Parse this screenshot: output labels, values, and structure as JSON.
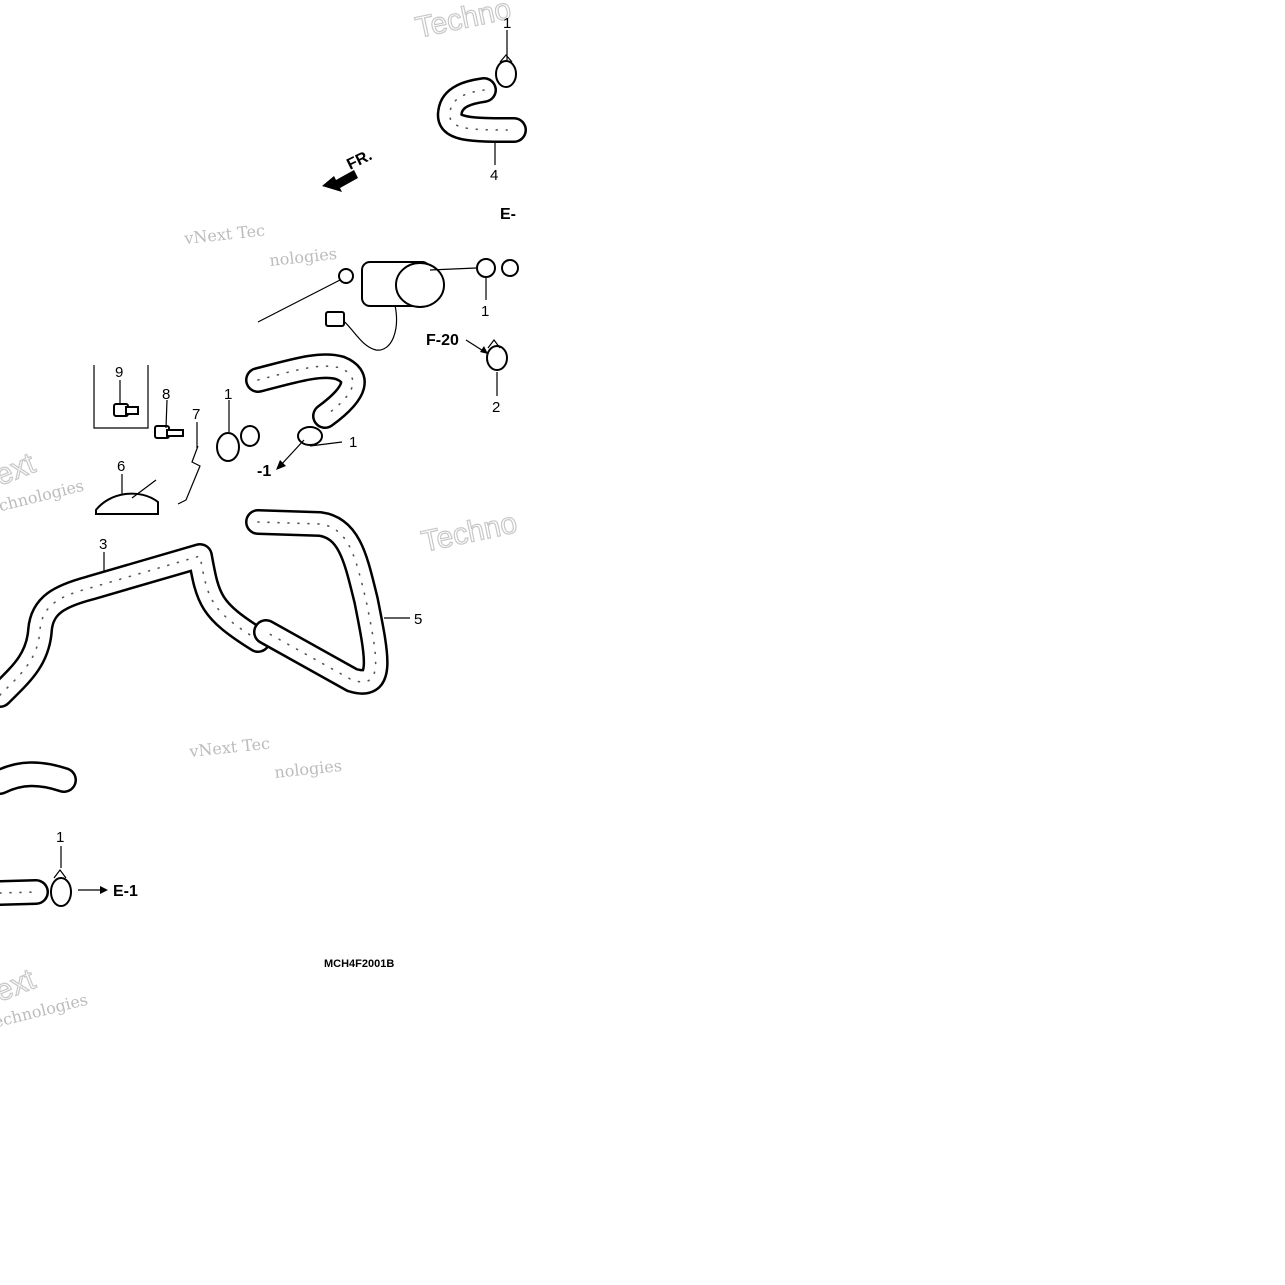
{
  "diagram": {
    "drawing_code": "MCH4F2001B",
    "direction_label": "FR.",
    "references": {
      "e1": "E-1",
      "e1_cut": "-1",
      "e_cut": "E-",
      "f20": "F-20"
    },
    "callouts": [
      "1",
      "2",
      "3",
      "4",
      "5",
      "6",
      "7",
      "8",
      "9"
    ],
    "watermarks": {
      "vnext_tec": "vNext Tec",
      "nologies": "nologies",
      "technologies": "Technologies",
      "techno": "Techno",
      "ext": "ext"
    }
  }
}
